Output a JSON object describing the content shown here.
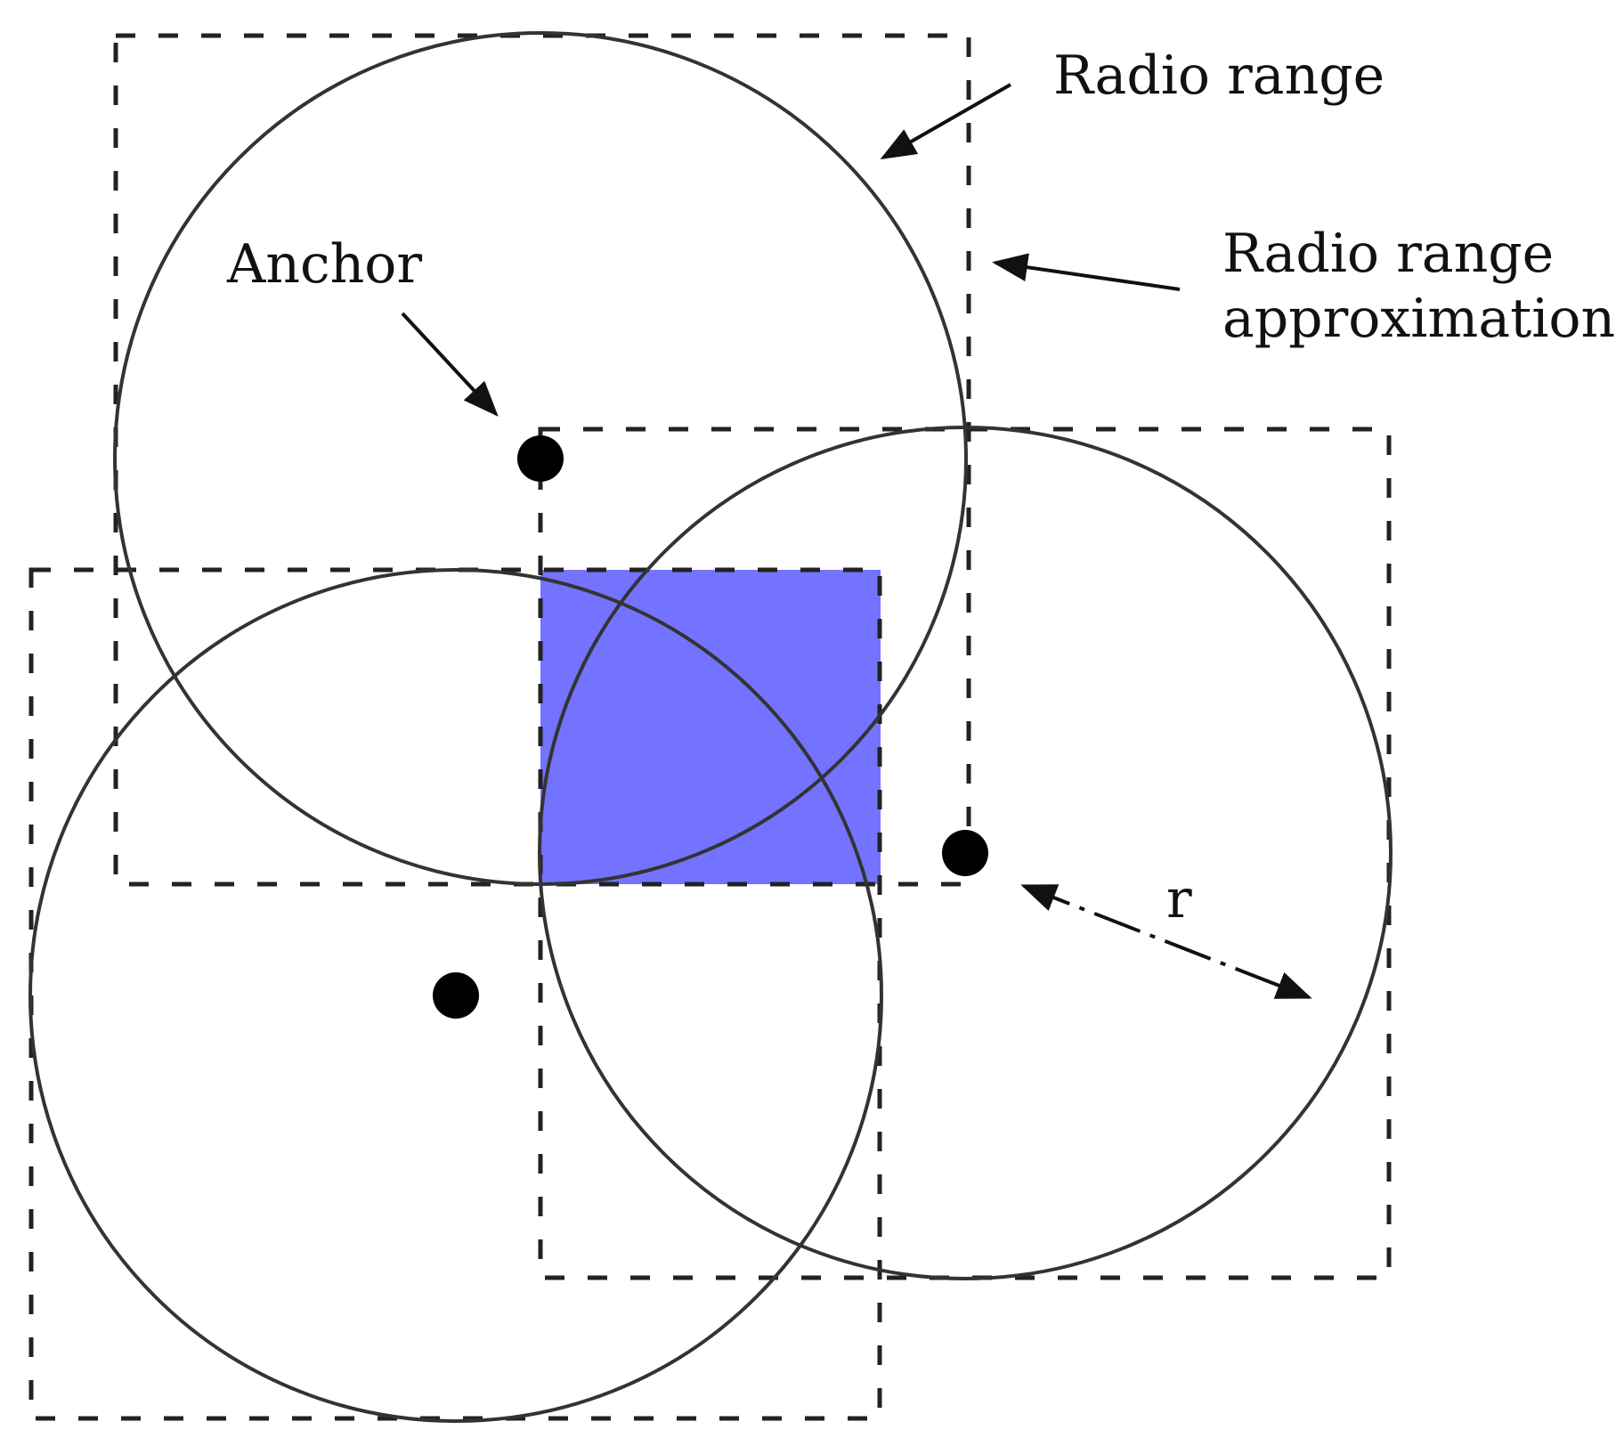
{
  "labels": {
    "radio_range": "Radio range",
    "radio_range_approx_line1": "Radio range",
    "radio_range_approx_line2": "approximation",
    "anchor": "Anchor",
    "r": "r"
  },
  "colors": {
    "intersection_fill": "#7373ff",
    "stroke": "#222222",
    "anchor_dot": "#000000"
  }
}
